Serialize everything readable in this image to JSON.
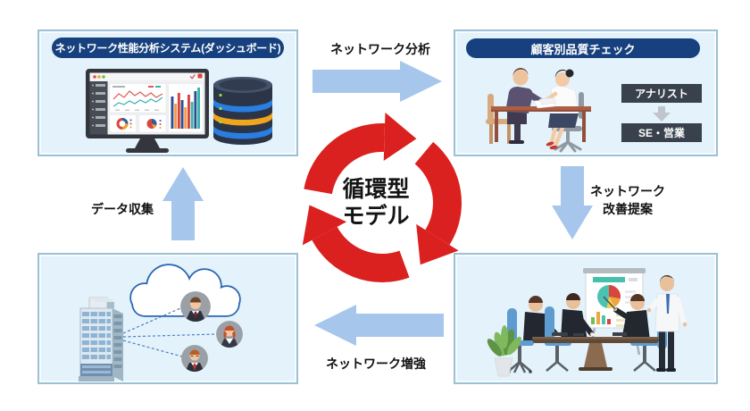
{
  "cycle_center": {
    "line1": "循環型",
    "line2": "モデル"
  },
  "flow_labels": {
    "top": "ネットワーク分析",
    "right_line1": "ネットワーク",
    "right_line2": "改善提案",
    "bottom": "ネットワーク増強",
    "left": "データ収集"
  },
  "panels": {
    "dashboard": {
      "header": "ネットワーク性能分析システム(ダッシュボード)"
    },
    "quality_check": {
      "header": "顧客別品質チェック",
      "role_top": "アナリスト",
      "role_bottom": "SE・営業"
    }
  },
  "colors": {
    "cycle_red": "#da211f",
    "flow_arrow_blue": "#a6c6ec",
    "header_navy": "#16417e",
    "panel_fill": "#e4f2fb",
    "panel_border": "#9cc0d4",
    "role_box_bg": "#39424c",
    "label_text": "#111111"
  },
  "icons": {
    "dashboard_monitor": "monitor-dashboard-icon",
    "database": "database-icon",
    "cloud": "cloud-icon",
    "office_building": "office-building-icon",
    "user_avatars": "user-avatar-icon",
    "circular_arrows": "circular-arrows-icon",
    "flow_arrows": "flow-arrow-icon",
    "meeting_scene": "meeting-illustration",
    "consultation_scene": "consultation-illustration"
  }
}
